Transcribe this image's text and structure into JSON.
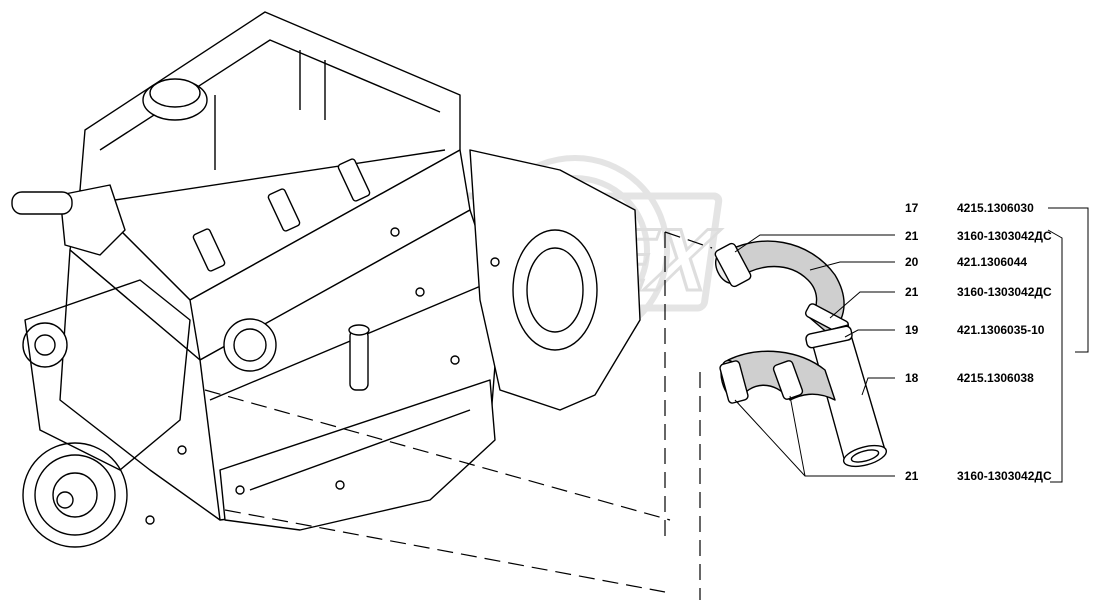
{
  "callouts": [
    {
      "pos": "17",
      "part": "4215.1306030"
    },
    {
      "pos": "21",
      "part": "3160-1303042ДС"
    },
    {
      "pos": "20",
      "part": "421.1306044"
    },
    {
      "pos": "21",
      "part": "3160-1303042ДС"
    },
    {
      "pos": "19",
      "part": "421.1306035-10"
    },
    {
      "pos": "18",
      "part": "4215.1306038"
    },
    {
      "pos": "21",
      "part": "3160-1303042ДС"
    }
  ],
  "watermark": {
    "text": "OPEX"
  },
  "colors": {
    "line": "#000000",
    "hose": "#c8c8c8",
    "watermark": "#d8d8d8",
    "paper": "#ffffff"
  }
}
